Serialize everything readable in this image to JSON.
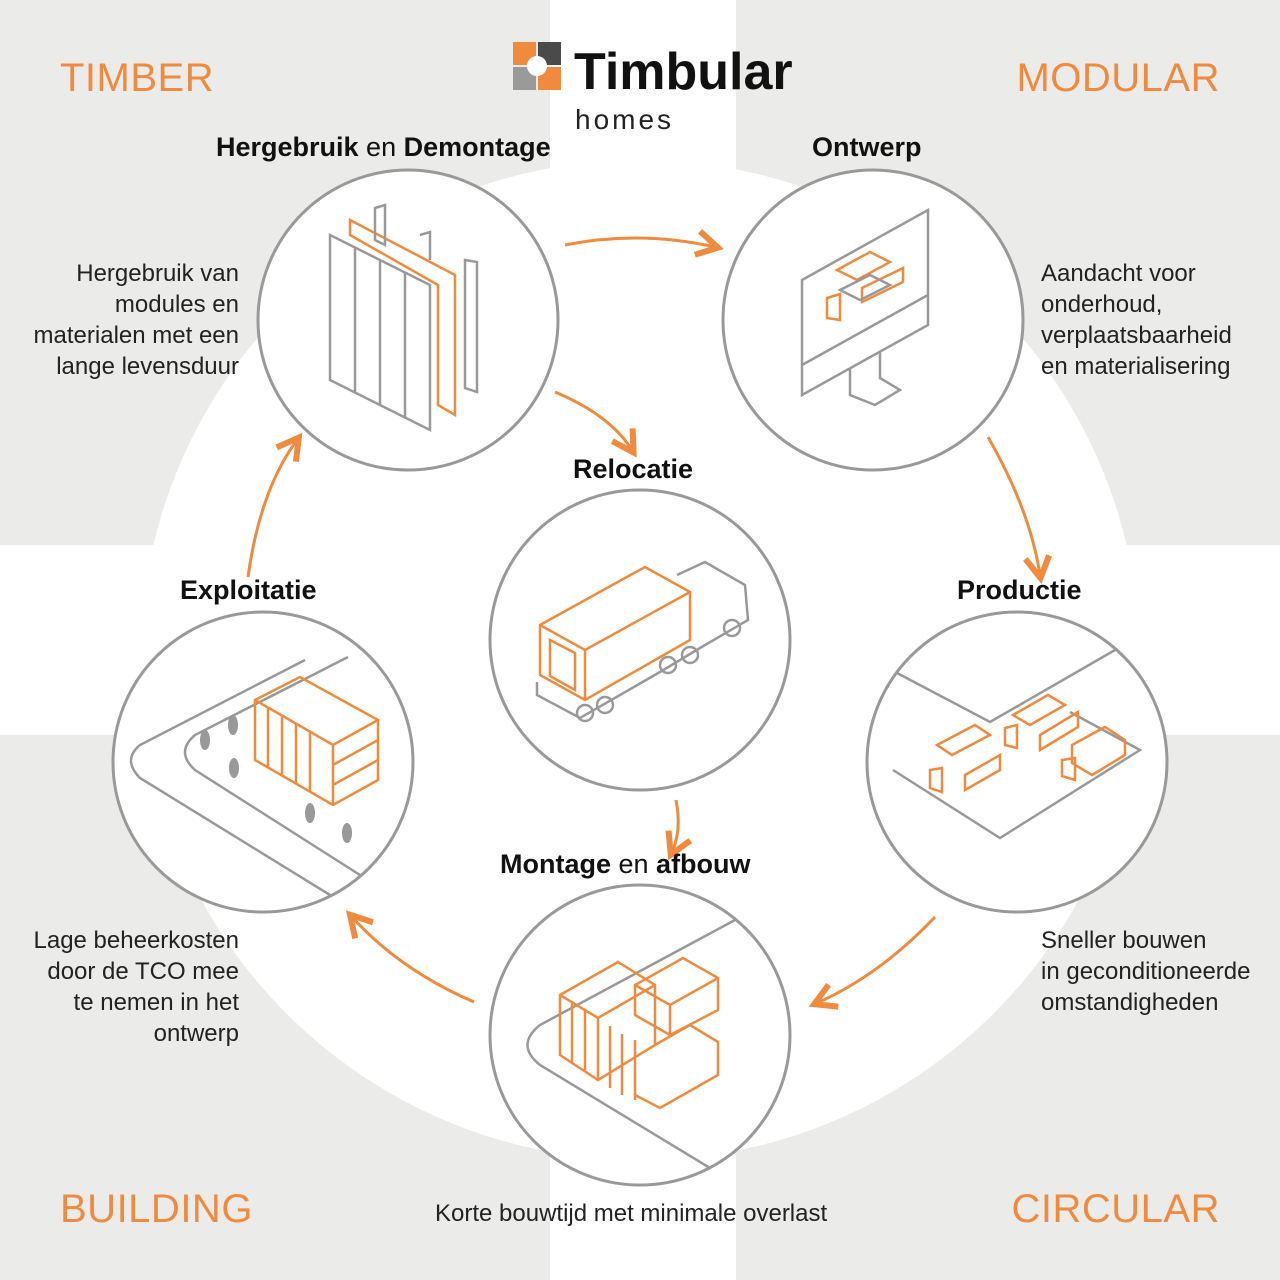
{
  "brand": {
    "name": "Timbular",
    "sub": "homes"
  },
  "corners": {
    "top_left": "TIMBER",
    "top_right": "MODULAR",
    "bottom_left": "BUILDING",
    "bottom_right": "CIRCULAR"
  },
  "stages": {
    "hergebruik": {
      "bold1": "Hergebruik",
      "light": " en ",
      "bold2": "Demontage",
      "desc": "Hergebruik van\nmodules en\nmaterialen met een\nlange levensduur"
    },
    "ontwerp": {
      "bold1": "Ontwerp",
      "desc": "Aandacht voor\nonderhoud,\nverplaatsbaarheid\nen materialisering"
    },
    "relocatie": {
      "bold1": "Relocatie"
    },
    "exploitatie": {
      "bold1": "Exploitatie",
      "desc": "Lage beheerkosten\ndoor de TCO mee\nte nemen in het\nontwerp"
    },
    "productie": {
      "bold1": "Productie",
      "desc": "Sneller bouwen\nin geconditioneerde\nomstandigheden"
    },
    "montage": {
      "bold1": "Montage",
      "light": " en ",
      "bold2": "afbouw",
      "desc": "Korte bouwtijd met minimale overlast"
    }
  },
  "colors": {
    "accent": "#ef8a3f",
    "background": "#ebebea",
    "circle_stroke": "#999999",
    "logo_dark": "#4a4a4a",
    "logo_gray": "#9a9a9a"
  }
}
